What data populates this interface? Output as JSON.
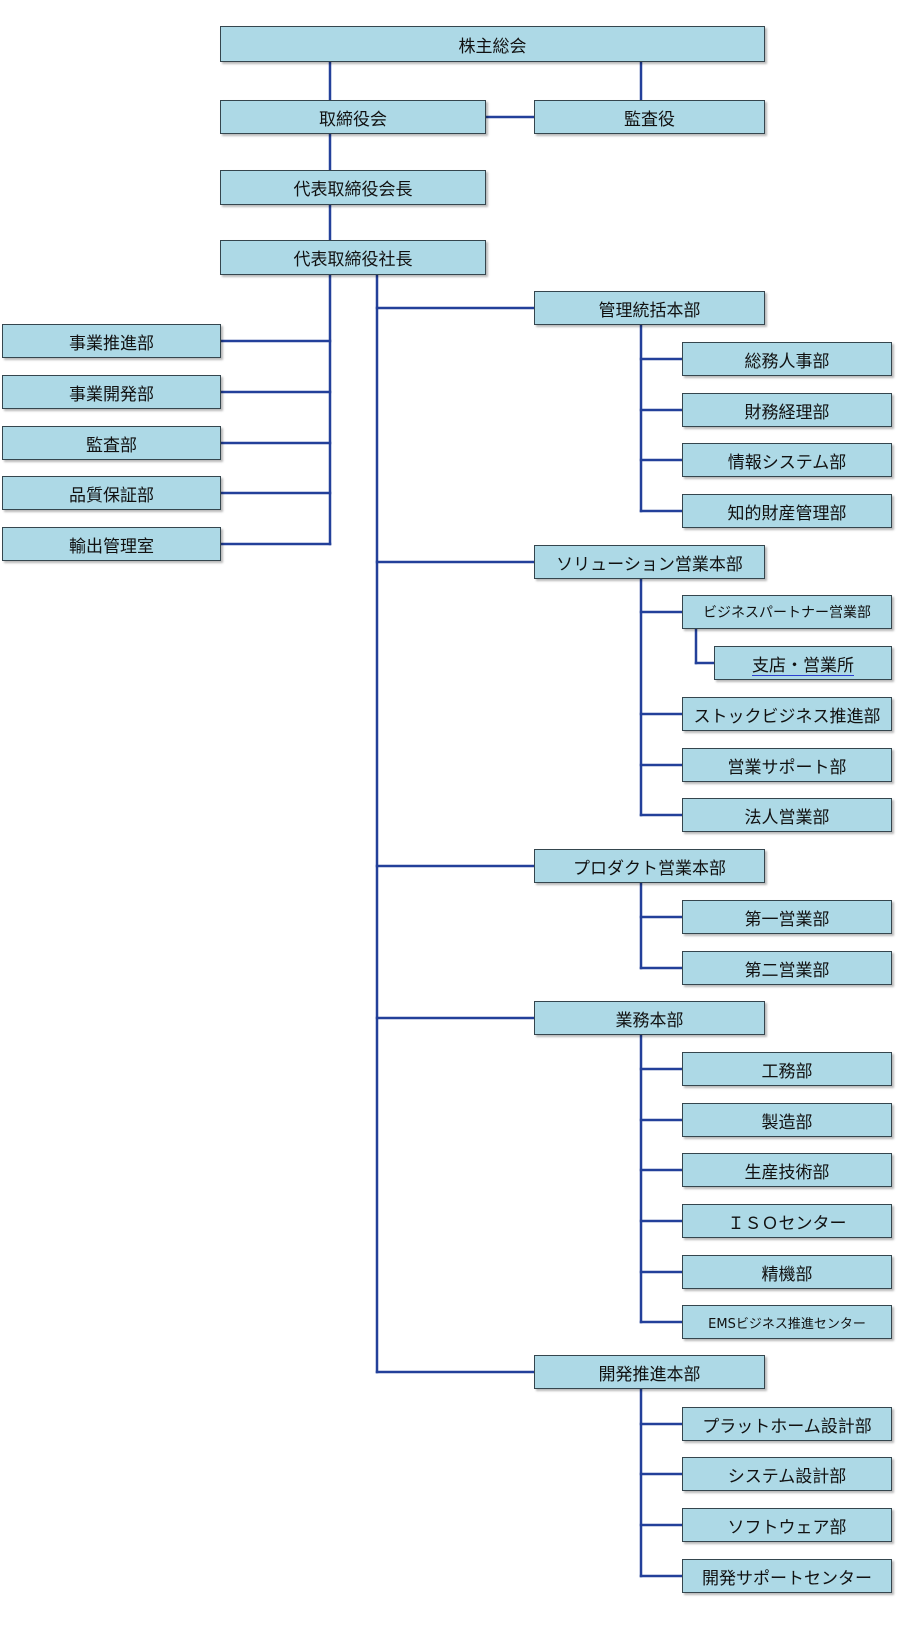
{
  "colors": {
    "box_fill": "#add9e6",
    "box_border": "#35464e",
    "connector": "#23409a",
    "link_underline": "#2c3fd1"
  },
  "top": {
    "shareholders": "株主総会",
    "board": "取締役会",
    "auditor": "監査役",
    "chairman": "代表取締役会長",
    "president": "代表取締役社長"
  },
  "staff": [
    "事業推進部",
    "事業開発部",
    "監査部",
    "品質保証部",
    "輸出管理室"
  ],
  "divisions": [
    {
      "name": "管理統括本部",
      "departments": [
        "総務人事部",
        "財務経理部",
        "情報システム部",
        "知的財産管理部"
      ]
    },
    {
      "name": "ソリューション営業本部",
      "departments": [
        "ビジネスパートナー営業部",
        "支店・営業所",
        "ストックビジネス推進部",
        "営業サポート部",
        "法人営業部"
      ]
    },
    {
      "name": "プロダクト営業本部",
      "departments": [
        "第一営業部",
        "第二営業部"
      ]
    },
    {
      "name": "業務本部",
      "departments": [
        "工務部",
        "製造部",
        "生産技術部",
        "ＩＳＯセンター",
        "精機部",
        "EMSビジネス推進センター"
      ]
    },
    {
      "name": "開発推進本部",
      "departments": [
        "プラットホーム設計部",
        "システム設計部",
        "ソフトウェア部",
        "開発サポートセンター"
      ]
    }
  ]
}
